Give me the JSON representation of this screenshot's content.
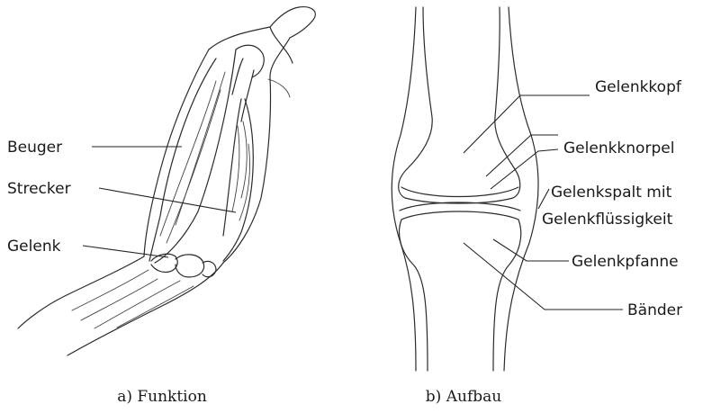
{
  "left_panel": {
    "labels": {
      "beuger": "Beuger",
      "strecker": "Strecker",
      "gelenk": "Gelenk"
    },
    "caption": "a) Funktion"
  },
  "right_panel": {
    "labels": {
      "gelenkkopf": "Gelenkkopf",
      "gelenkknorpel": "Gelenkknorpel",
      "gelenkspalt_line1": "Gelenkspalt mit",
      "gelenkspalt_line2": "Gelenkflüssigkeit",
      "gelenkpfanne": "Gelenkpfanne",
      "baender": "Bänder"
    },
    "caption": "b) Aufbau"
  }
}
